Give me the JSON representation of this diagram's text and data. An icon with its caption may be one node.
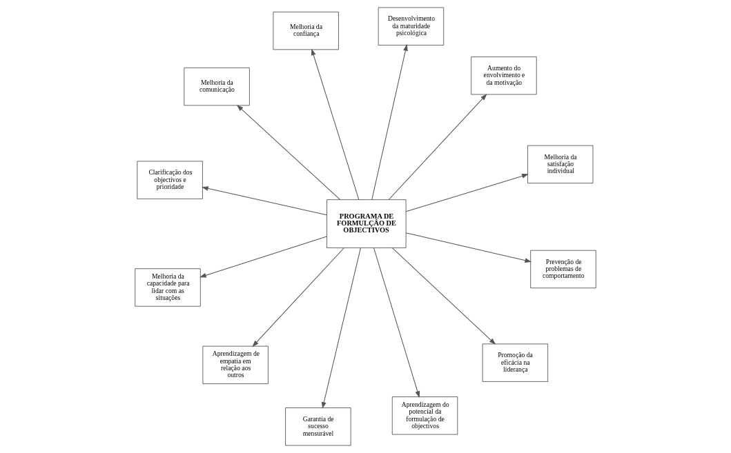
{
  "diagram": {
    "nodes": [
      {
        "text": [
          "Clarificação dos objectivos e prioridade"
        ]
      },
      {
        "text": [
          "Aumento do envolvimento e da motivação"
        ]
      },
      {
        "text": [
          "Garantia de sucesso mensurável"
        ]
      },
      {
        "text": [
          "Melhoria da confiança"
        ]
      },
      {
        "text": [
          "Desenvolvimento da maturidade psicológica"
        ]
      },
      {
        "text": [
          "PROGRAMA DE FORMULÇÂO DE OBJECTIVOS"
        ]
      },
      {
        "text": [
          "Melhoria da capacidade para lidar com as situações"
        ]
      },
      {
        "text": [
          "Prevenção de problemas de comportamento"
        ]
      },
      {
        "text": [
          "Aprendizagem de empatia em relação aos outros"
        ]
      },
      {
        "text": [
          "Promoção da eficácia na liderança"
        ]
      },
      {
        "text": [
          "Aprendizagem do potencial da formulação de objectivos"
        ]
      },
      {
        "text": [
          "Melhoria da comunicação"
        ]
      },
      {
        "text": [
          "Melhoria da satisfação individual"
        ]
      }
    ],
    "edges": [
      {
        "from": 5,
        "to": 0,
        "arrow": "to"
      },
      {
        "from": 5,
        "to": 1,
        "arrow": "to"
      },
      {
        "from": 5,
        "to": 2,
        "arrow": "to"
      },
      {
        "from": 5,
        "to": 3,
        "arrow": "to"
      },
      {
        "from": 5,
        "to": 4,
        "arrow": "to"
      },
      {
        "from": 5,
        "to": 6,
        "arrow": "to"
      },
      {
        "from": 5,
        "to": 7,
        "arrow": "to"
      },
      {
        "from": 5,
        "to": 8,
        "arrow": "to"
      },
      {
        "from": 5,
        "to": 9,
        "arrow": "to"
      },
      {
        "from": 5,
        "to": 10,
        "arrow": "to"
      },
      {
        "from": 5,
        "to": 11,
        "arrow": "to"
      },
      {
        "from": 5,
        "to": 12,
        "arrow": "to"
      }
    ]
  }
}
